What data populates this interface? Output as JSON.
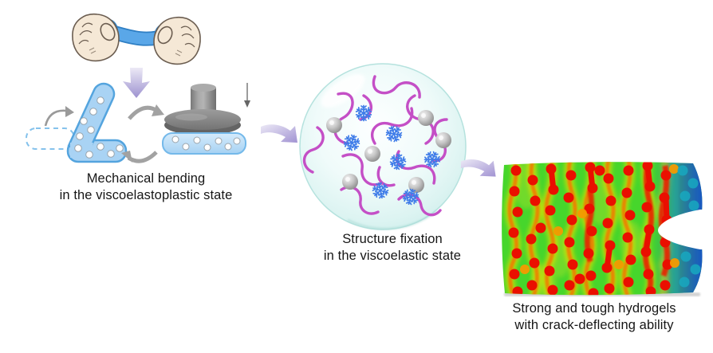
{
  "figure": {
    "stages": [
      {
        "id": "mechanical-bending",
        "caption_line1": "Mechanical bending",
        "caption_line2": "in the viscoelastoplastic state"
      },
      {
        "id": "structure-fixation",
        "caption_line1": "Structure fixation",
        "caption_line2": "in the viscoelastic state"
      },
      {
        "id": "tough-hydrogel-result",
        "caption_line1": "Strong and tough hydrogels",
        "caption_line2": "with crack-deflecting ability"
      }
    ],
    "colors": {
      "hydrogel_blue": "#5aa7e8",
      "hydrogel_light_blue": "#a9d3f4",
      "hydrogel_outline_blue": "#54a4de",
      "polymer_chain_magenta": "#c44fc6",
      "crystallite_blue": "#3f7ce8",
      "nanoparticle_gray": "#8a8a8a",
      "process_arrow_purple": "#a193d2",
      "cycle_arrow_gray": "#a2a2a2",
      "skin_tone": "#f5e8d6",
      "heatmap_high_stress_red": "#ea0f00",
      "heatmap_mid_stress_green": "#46d62c",
      "heatmap_streak_orange": "#f07800",
      "heatmap_low_stress_blue": "#0a36dd"
    }
  }
}
